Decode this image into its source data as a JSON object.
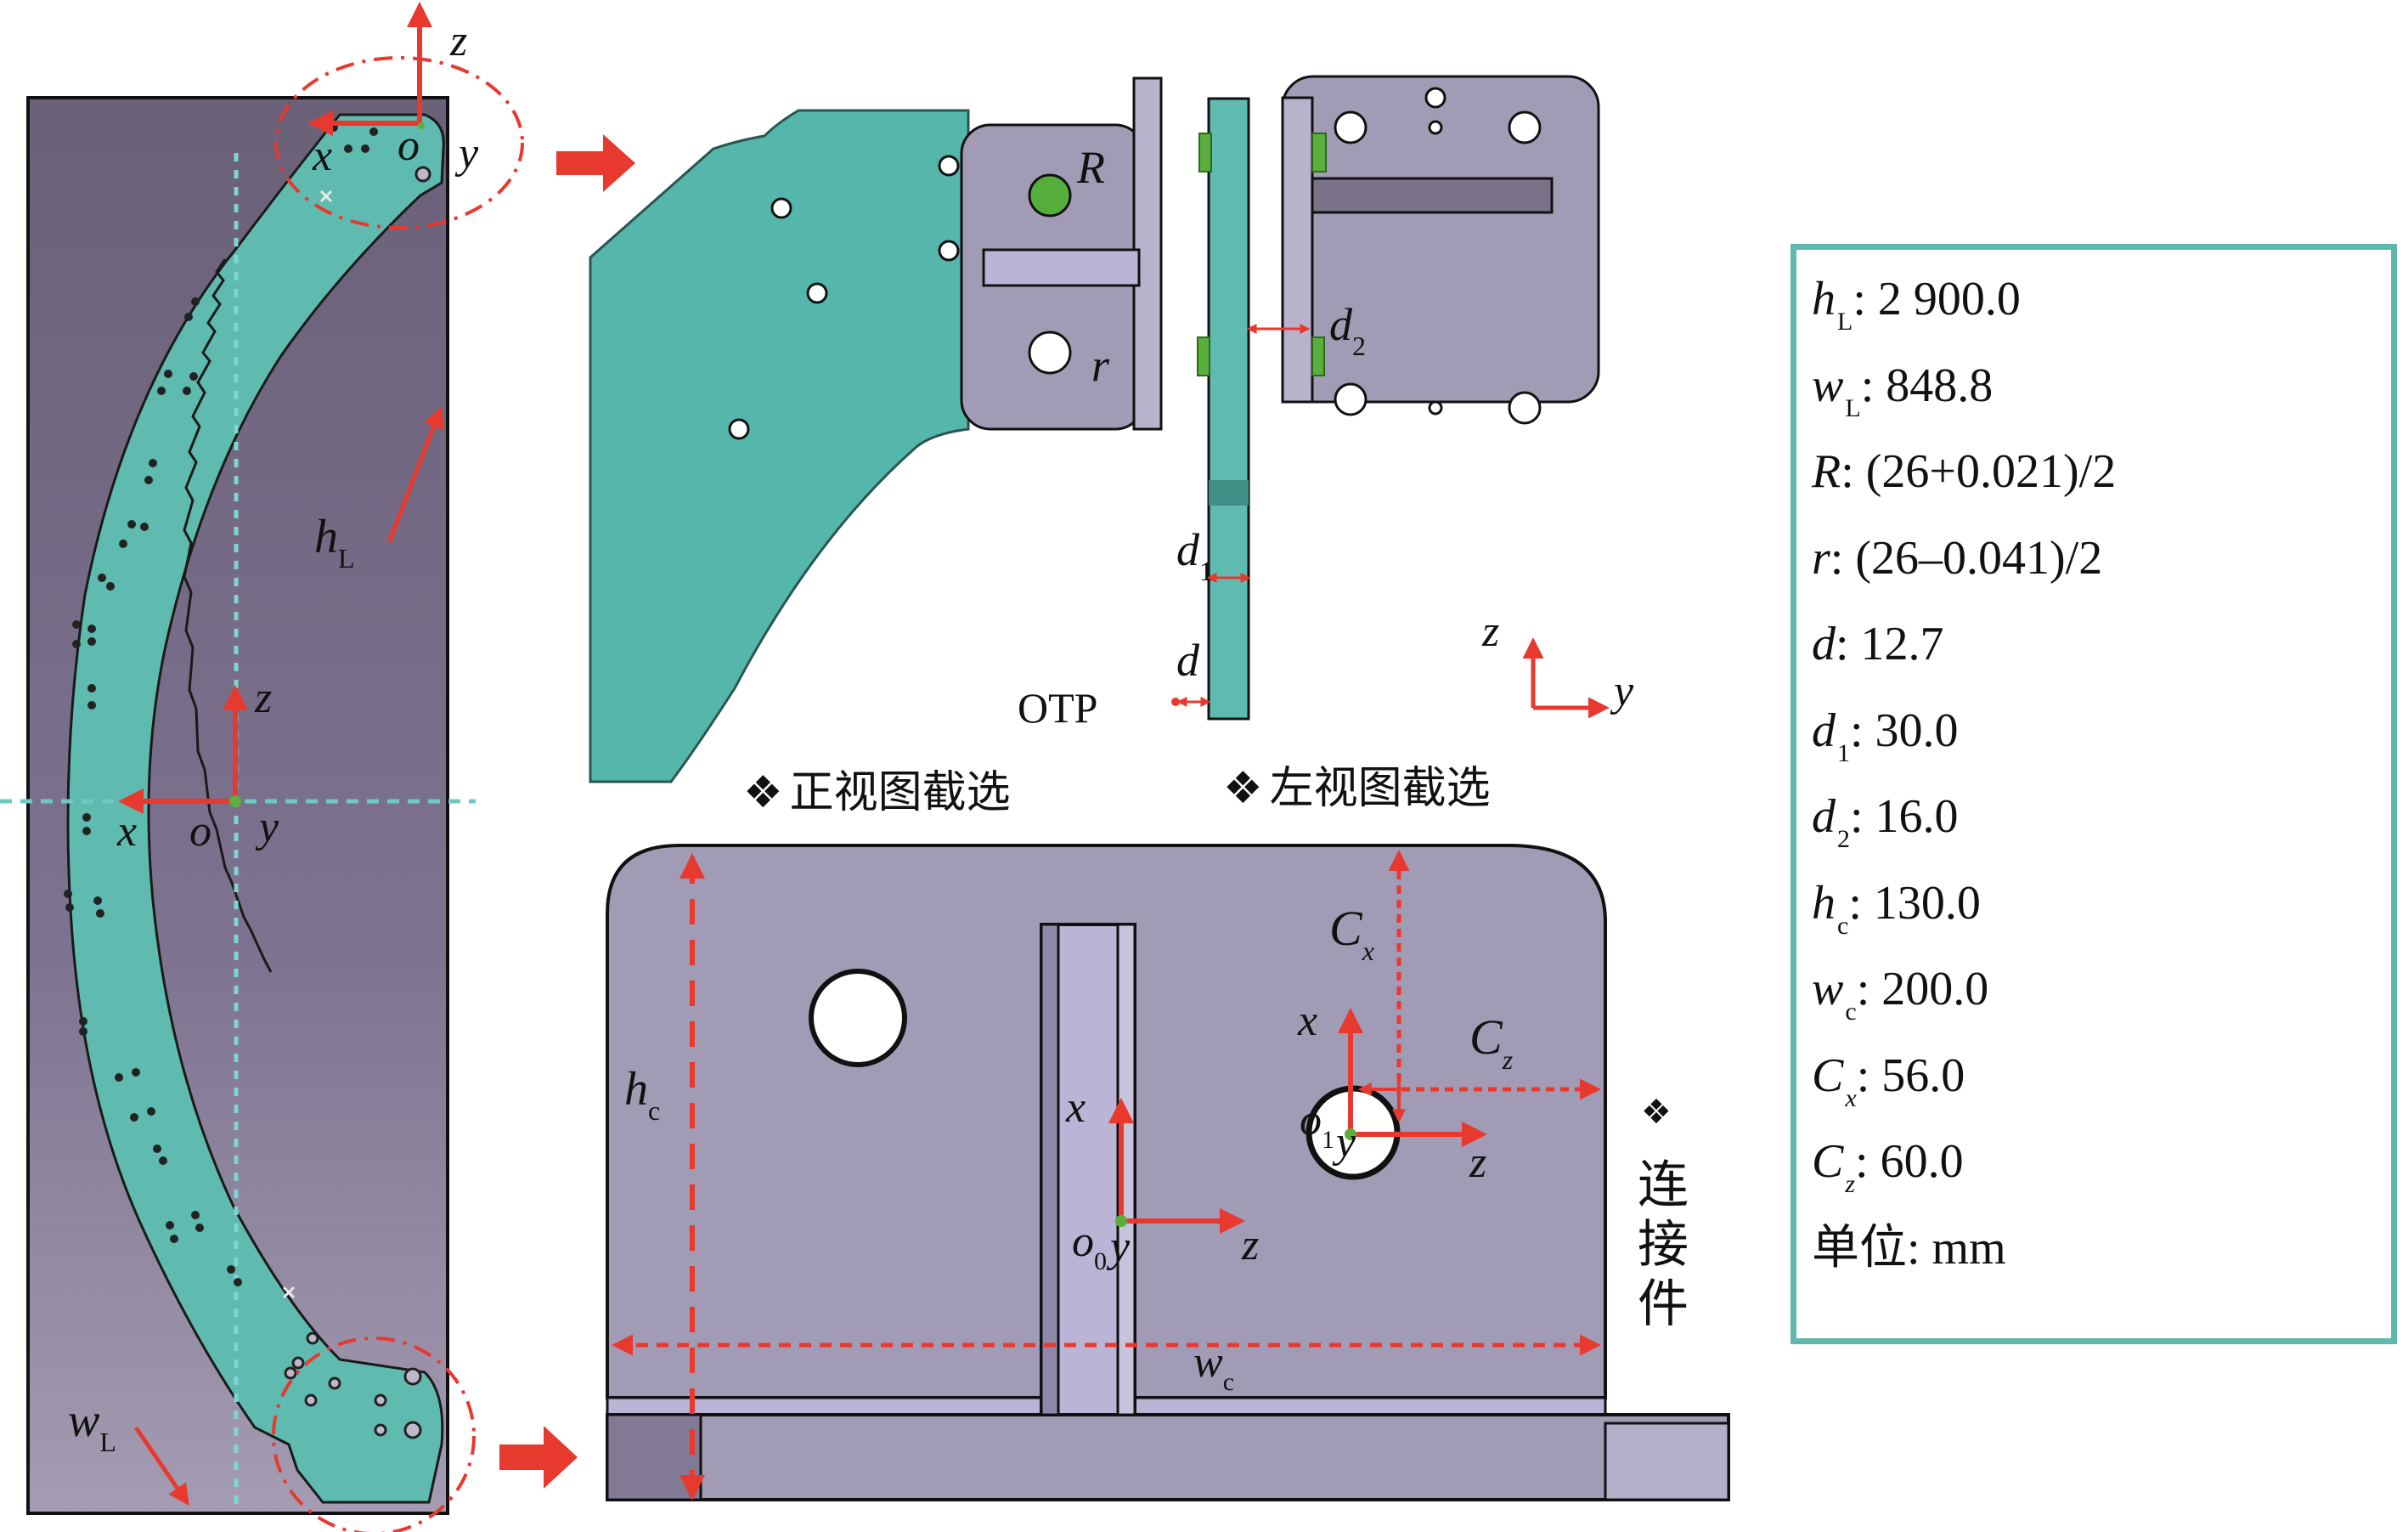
{
  "figure": {
    "left_view": {
      "axis_labels_top": {
        "z": "z",
        "x": "x",
        "o": "o",
        "y": "y"
      },
      "axis_labels_center": {
        "z": "z",
        "x": "x",
        "o": "o",
        "y": "y"
      },
      "dim_height": {
        "sym": "h",
        "sub": "L"
      },
      "dim_width": {
        "sym": "w",
        "sub": "L"
      }
    },
    "front_view": {
      "caption": "正视图截选",
      "bullet": "❖",
      "hole_big": "R",
      "hole_small": "r",
      "otp": "OTP"
    },
    "side_view": {
      "caption": "左视图截选",
      "bullet": "❖",
      "d": "d",
      "d1": {
        "sym": "d",
        "sub": "1"
      },
      "d2": {
        "sym": "d",
        "sub": "2"
      },
      "axis": {
        "z": "z",
        "y": "y"
      }
    },
    "connector_view": {
      "caption_vertical": [
        "连",
        "接",
        "件"
      ],
      "bullet": "❖",
      "hc": {
        "sym": "h",
        "sub": "c"
      },
      "wc": {
        "sym": "w",
        "sub": "c"
      },
      "cx": {
        "sym": "C",
        "sub": "x"
      },
      "cz": {
        "sym": "C",
        "sub": "z"
      },
      "o0_axes": {
        "x": "x",
        "o": "o",
        "sub": "0",
        "y": "y",
        "z": "z"
      },
      "o1_axes": {
        "x": "x",
        "o": "o",
        "sub": "1",
        "y": "y",
        "z": "z"
      }
    },
    "colors": {
      "teal_part": "#5fbab0",
      "purple_bg": "#6e6479",
      "connector": "#a29bb5",
      "connector_light": "#bab5d6",
      "annotation_red": "#e8392f",
      "origin_green": "#5aae3c",
      "panel_border": "#5fb8b0"
    }
  },
  "parameters": [
    {
      "sym": "h",
      "sub": "L",
      "sub_italic": false,
      "value": ": 2 900.0"
    },
    {
      "sym": "w",
      "sub": "L",
      "sub_italic": false,
      "value": ": 848.8"
    },
    {
      "sym": "R",
      "sub": "",
      "sub_italic": false,
      "value": ": (26+0.021)/2"
    },
    {
      "sym": "r",
      "sub": "",
      "sub_italic": false,
      "value": ": (26–0.041)/2"
    },
    {
      "sym": "d",
      "sub": "",
      "sub_italic": false,
      "value": ": 12.7"
    },
    {
      "sym": "d",
      "sub": "1",
      "sub_italic": false,
      "value": ": 30.0"
    },
    {
      "sym": "d",
      "sub": "2",
      "sub_italic": false,
      "value": ": 16.0"
    },
    {
      "sym": "h",
      "sub": "c",
      "sub_italic": false,
      "value": ": 130.0"
    },
    {
      "sym": "w",
      "sub": "c",
      "sub_italic": false,
      "value": ": 200.0"
    },
    {
      "sym": "C",
      "sub": "x",
      "sub_italic": true,
      "value": ": 56.0"
    },
    {
      "sym": "C",
      "sub": "z",
      "sub_italic": true,
      "value": ": 60.0"
    },
    {
      "sym": "单位",
      "sub": "",
      "sub_italic": false,
      "value": ": mm",
      "plain": true
    }
  ]
}
